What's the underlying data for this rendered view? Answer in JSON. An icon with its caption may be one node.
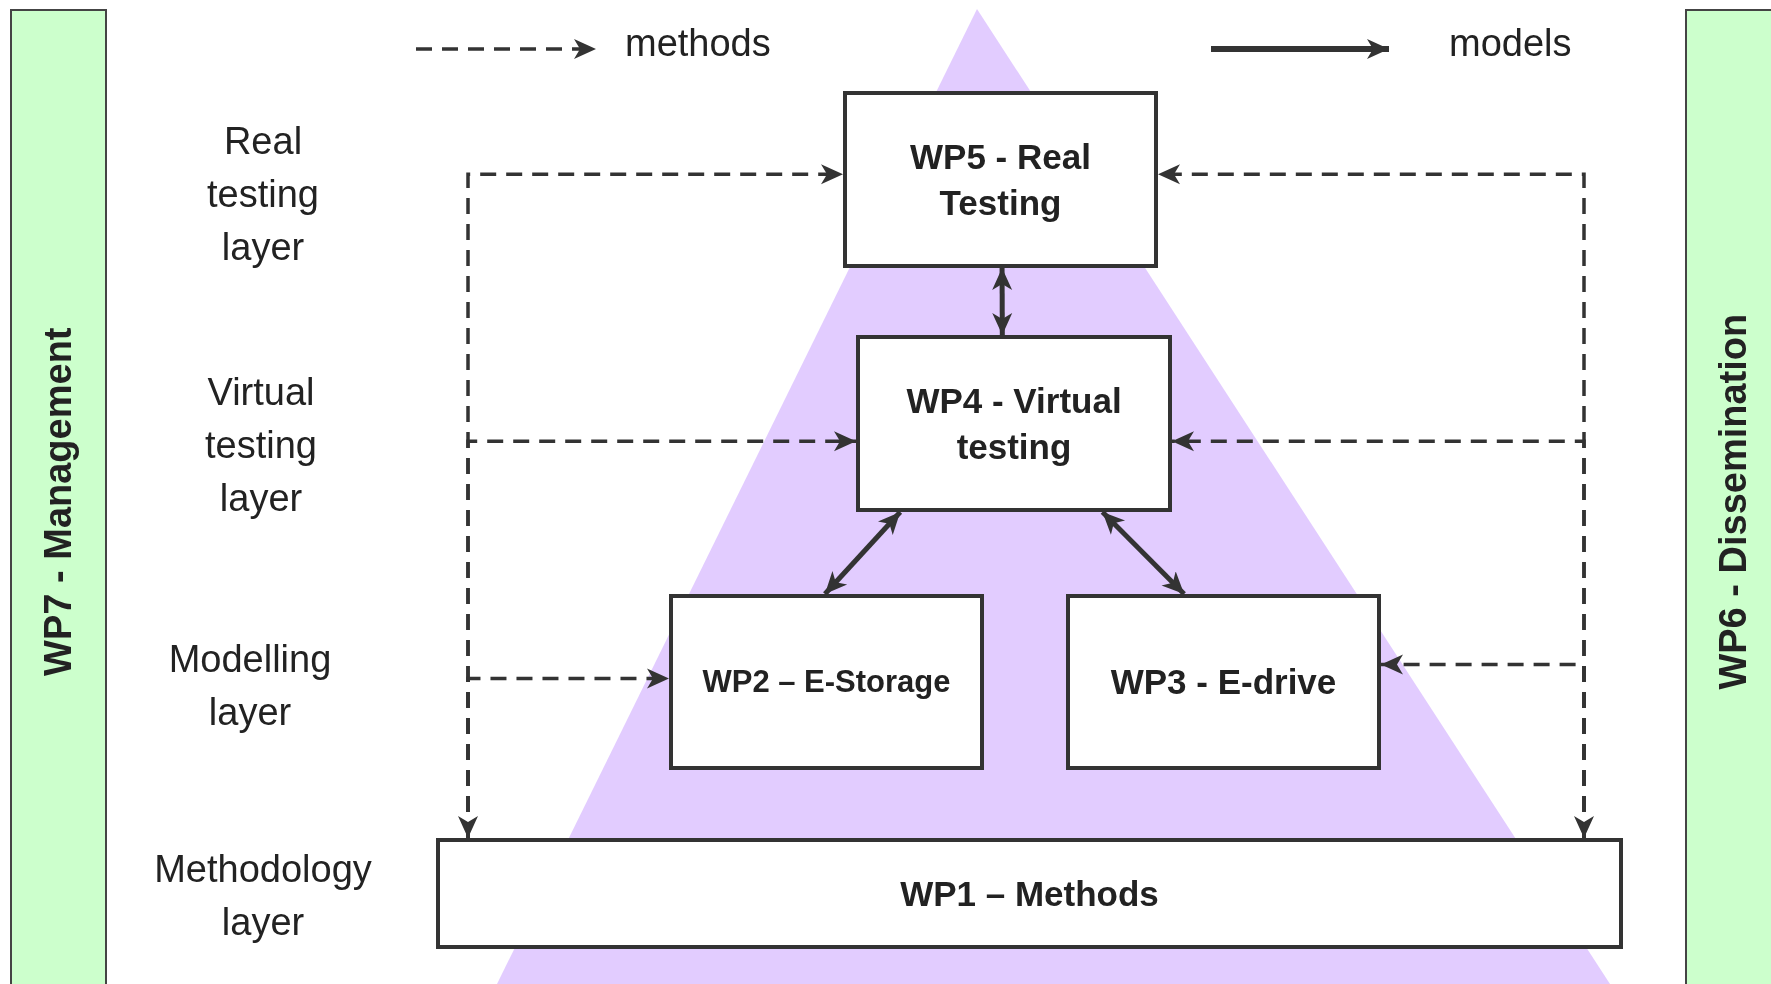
{
  "diagram": {
    "nodes": [
      {
        "text": [
          "WP5 - Real Testing"
        ]
      },
      {
        "text": [
          "WP4 - Virtual testing"
        ]
      },
      {
        "text": [
          "WP2 – E-Storage"
        ]
      },
      {
        "text": [
          "WP3 - E-drive"
        ]
      },
      {
        "text": [
          "WP1 – Methods"
        ]
      },
      {
        "text": [
          "WP7 - Management"
        ]
      },
      {
        "text": [
          "WP6 - Dissemination"
        ]
      }
    ],
    "edges": [
      {
        "from": 4,
        "to": 0,
        "arrow": "both",
        "style": "dashed"
      },
      {
        "from": 4,
        "to": 1,
        "arrow": "to",
        "style": "dashed"
      },
      {
        "from": 4,
        "to": 2,
        "arrow": "to",
        "style": "dashed"
      },
      {
        "from": 4,
        "to": 0,
        "arrow": "both",
        "style": "dashed"
      },
      {
        "from": 4,
        "to": 1,
        "arrow": "to",
        "style": "dashed"
      },
      {
        "from": 4,
        "to": 3,
        "arrow": "to",
        "style": "dashed"
      },
      {
        "from": 0,
        "to": 1,
        "arrow": "both"
      },
      {
        "from": 1,
        "to": 2,
        "arrow": "both"
      },
      {
        "from": 1,
        "to": 3,
        "arrow": "both"
      }
    ],
    "labels": [
      "Real testing layer",
      "Virtual testing layer",
      "Modelling layer",
      "Methodology layer"
    ],
    "legend": [
      {
        "text": "methods"
      },
      {
        "text": "models"
      }
    ]
  }
}
